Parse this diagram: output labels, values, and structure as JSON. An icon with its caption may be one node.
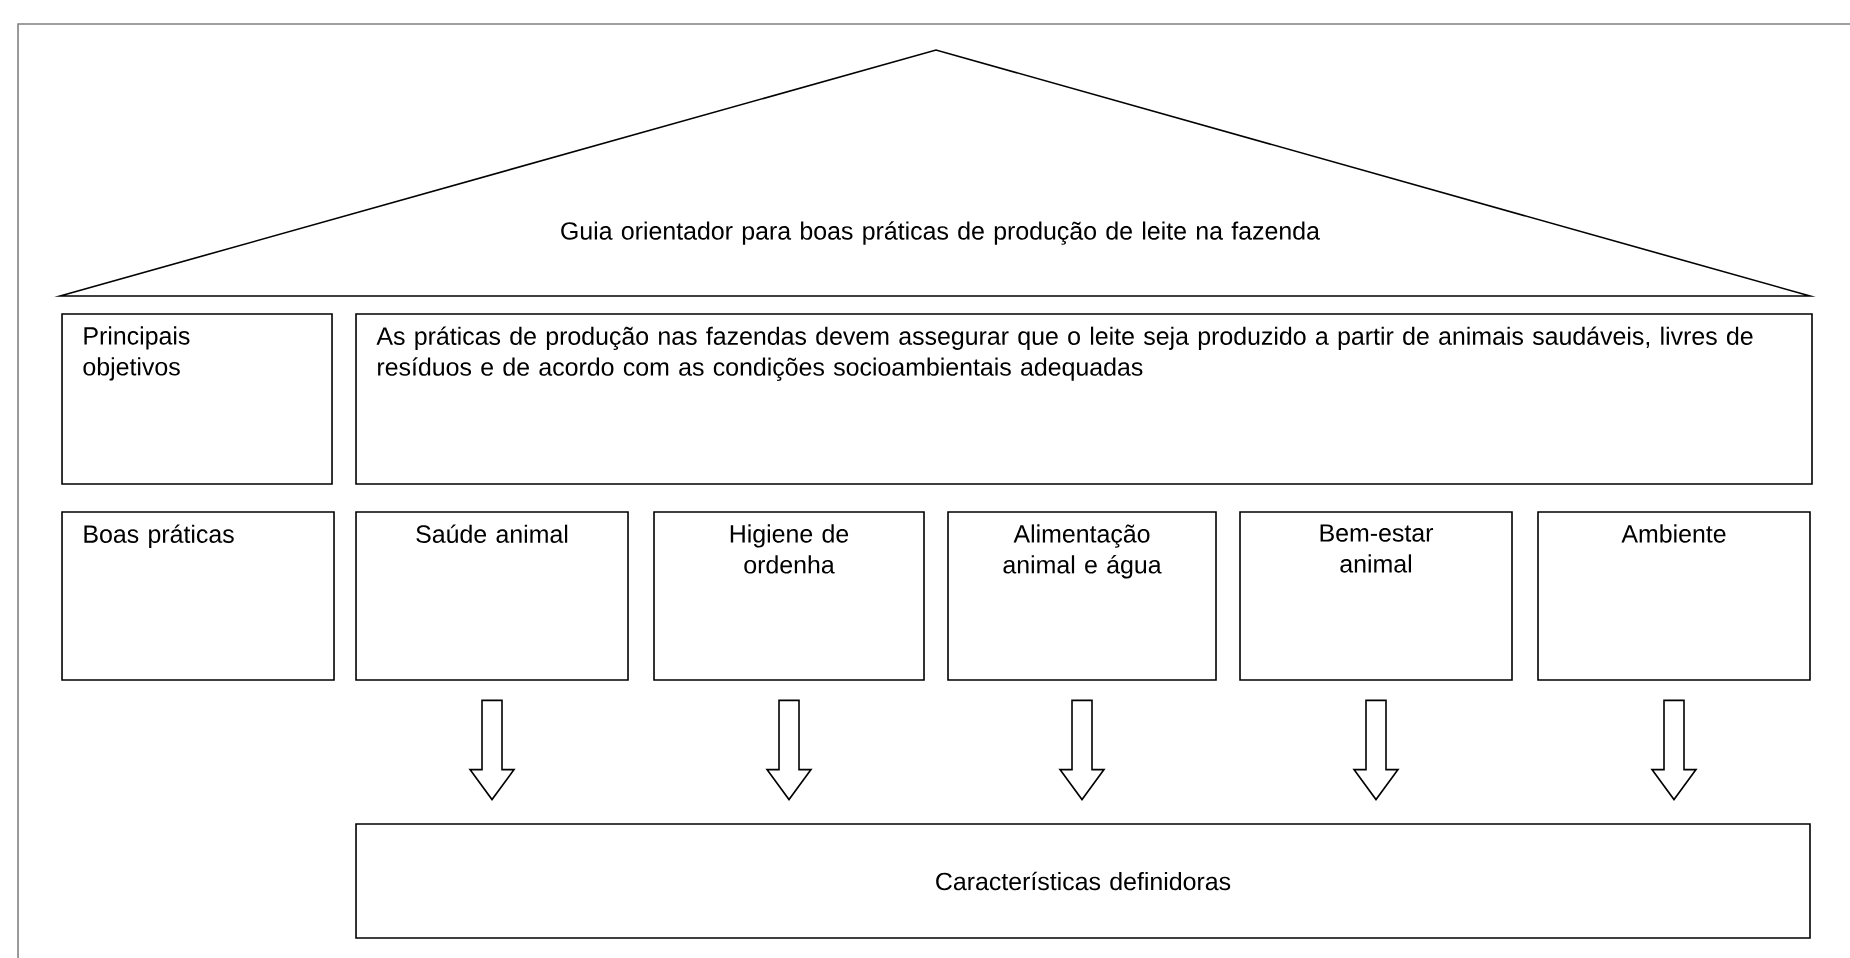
{
  "diagram": {
    "nodes": [
      {
        "text": [
          "Guia orientador para boas práticas de produção de leite na fazenda"
        ]
      },
      {
        "text": [
          "Principais objetivos"
        ]
      },
      {
        "text": [
          "As práticas de produção nas fazendas devem assegurar que o leite seja produzido a partir de animais saudáveis, livres de resíduos e de acordo com as condições socioambientais adequadas"
        ]
      },
      {
        "text": [
          "Boas práticas"
        ]
      },
      {
        "text": [
          "Saúde animal"
        ]
      },
      {
        "text": [
          "Higiene de ordenha"
        ]
      },
      {
        "text": [
          "Alimentação animal e água"
        ]
      },
      {
        "text": [
          "Bem-estar animal"
        ]
      },
      {
        "text": [
          "Ambiente"
        ]
      },
      {
        "text": [
          "Características definidoras"
        ]
      }
    ],
    "edges": [
      {
        "from": 4,
        "to": 9,
        "arrow": "to"
      },
      {
        "from": 5,
        "to": 9,
        "arrow": "to"
      },
      {
        "from": 6,
        "to": 9,
        "arrow": "to"
      },
      {
        "from": 7,
        "to": 9,
        "arrow": "to"
      },
      {
        "from": 8,
        "to": 9,
        "arrow": "to"
      }
    ]
  }
}
